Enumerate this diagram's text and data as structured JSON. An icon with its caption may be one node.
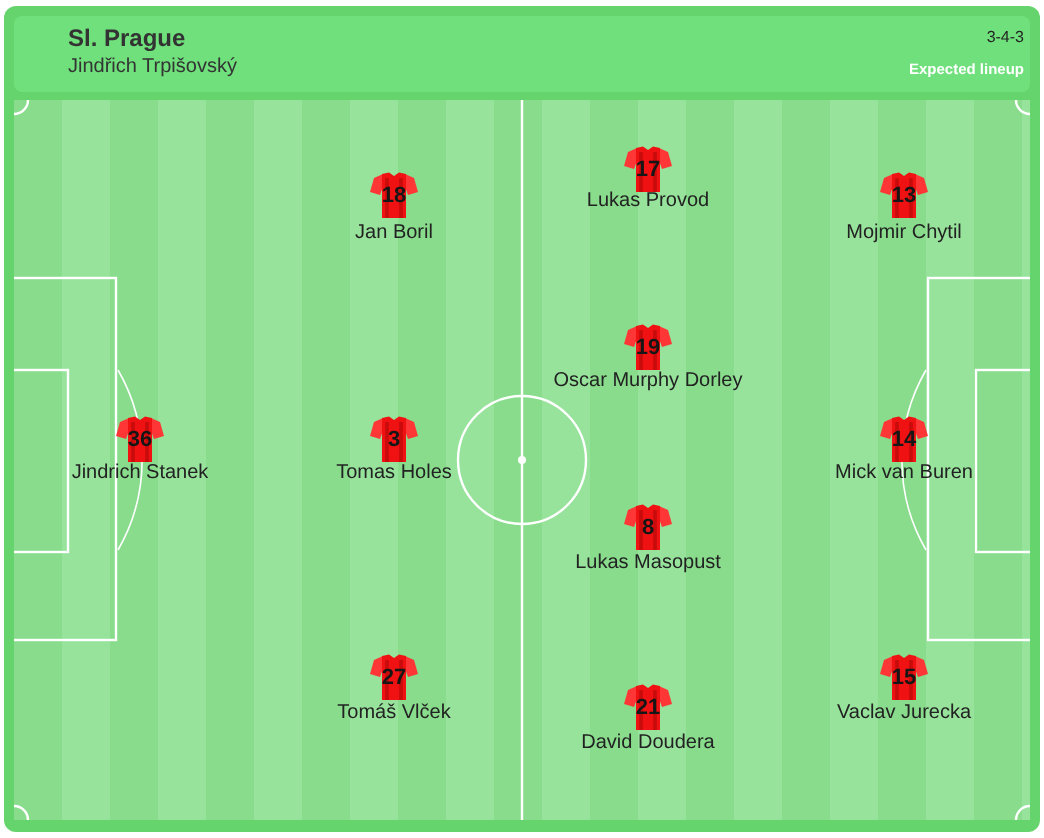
{
  "diagram": {
    "title": "Sl. Prague",
    "nodes": [
      {
        "text": [
          "17"
        ],
        "beside": [
          "Lukas Provod"
        ]
      },
      {
        "text": [
          "18"
        ],
        "beside": [
          "Jan Boril"
        ]
      },
      {
        "text": [
          "13"
        ],
        "beside": [
          "Mojmir Chytil"
        ]
      },
      {
        "text": [
          "19"
        ],
        "beside": [
          "Oscar Murphy Dorley"
        ]
      },
      {
        "text": [
          "36"
        ],
        "beside": [
          "Jindrich Stanek"
        ]
      },
      {
        "text": [
          "3"
        ],
        "beside": [
          "Tomas Holes"
        ]
      },
      {
        "text": [
          "14"
        ],
        "beside": [
          "Mick van Buren"
        ]
      },
      {
        "text": [
          "8"
        ],
        "beside": [
          "Lukas Masopust"
        ]
      },
      {
        "text": [
          "27"
        ],
        "beside": [
          "Tomáš Vlček"
        ]
      },
      {
        "text": [
          "15"
        ],
        "beside": [
          "Vaclav Jurecka"
        ]
      },
      {
        "text": [
          "21"
        ],
        "beside": [
          "David Doudera"
        ]
      }
    ],
    "labels": [
      "Jindřich Trpišovský",
      "3-4-3",
      "Expected lineup"
    ]
  }
}
